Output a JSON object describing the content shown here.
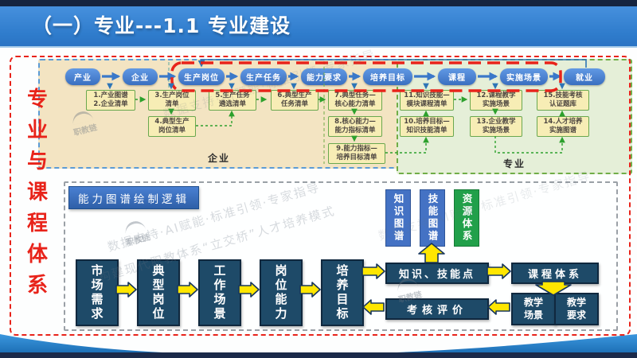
{
  "header": {
    "title": "（一）专业---1.1 专业建设"
  },
  "sidebar": {
    "chars": [
      "专",
      "业",
      "与",
      "课",
      "程",
      "体",
      "系"
    ]
  },
  "top_flow": {
    "enterprise_label": "企业",
    "major_label": "专业",
    "pills": [
      "产业",
      "企业",
      "生产岗位",
      "生产任务",
      "能力要求",
      "培养目标",
      "课程",
      "实施场景",
      "就业"
    ],
    "boxes": {
      "b1": "1.产业图谱\n2.企业清单",
      "b3": "3.生产岗位\n清单",
      "b4": "4.典型生产\n岗位清单",
      "b5": "5.生产任务\n遴选清单",
      "b6": "6.典型生产\n任务清单",
      "b7": "7.典型任务—\n核心能力清单",
      "b8": "8.核心能力—\n能力指标清单",
      "b9": "9.能力指标—\n培养目标清单",
      "b10": "10.培养目标—\n知识技能清单",
      "b11": "11.知识技能—\n模块课程清单",
      "b12": "12.课程教学\n实施场景",
      "b13": "13.企业教学\n实施场景",
      "b14": "14.人才培养\n实施图谱",
      "b15": "15.技能考核\n认证题库"
    }
  },
  "bottom_flow": {
    "header": "能力图谱绘制逻辑",
    "stages": [
      "市场需求",
      "典型岗位",
      "工作场景",
      "岗位能力",
      "培养目标"
    ],
    "maps": [
      "知识图谱",
      "技能图谱",
      "资源体系"
    ],
    "knowledge_skill": "知识、技能点",
    "course_system": "课程体系",
    "assessment": "考核评价",
    "teaching_scene": "教学\n场景",
    "teaching_requirement": "教学\n要求"
  },
  "watermark": {
    "line1": "数据支持·AI赋能·标准引领·专家指导",
    "line2": "构建现代职教体系“立交桥”人才培养模式",
    "logo": "职教链"
  },
  "colors": {
    "header_blue": "#2f7ccc",
    "navy": "#1e4a68",
    "red_accent": "#e8231a",
    "arrow_yellow": "#ffe600",
    "green_accent": "#21a04a",
    "enterprise_bg": "#f3e4c2",
    "major_bg": "#e5efd8"
  }
}
